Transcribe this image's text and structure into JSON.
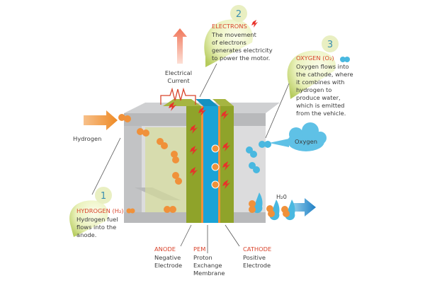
{
  "callouts": {
    "electrons": {
      "number": "2",
      "title": "ELECTRONS",
      "lines": [
        "The movement",
        "of electrons",
        "generates electricity",
        "to power the motor."
      ]
    },
    "oxygen": {
      "number": "3",
      "title": "OXYGEN (O₂)",
      "lines": [
        "Oxygen flows into",
        "the cathode, where",
        "it combines with",
        "hydrogen to",
        "produce water,",
        "which is emitted",
        "from the vehicle."
      ]
    },
    "hydrogen": {
      "number": "1",
      "title": "HYDROGEN (H₂)",
      "lines": [
        "Hydrogen fuel",
        "flows into the",
        "anode."
      ]
    }
  },
  "labels": {
    "electrical_current": [
      "Electrical",
      "Current"
    ],
    "hydrogen_inlet": "Hydrogen",
    "oxygen_inlet": "Oxygen",
    "water_outlet": "H₂0",
    "anode": {
      "title": "ANODE",
      "lines": [
        "Negative",
        "Electrode"
      ]
    },
    "pem": {
      "title": "PEM",
      "lines": [
        "Proton",
        "Exchange",
        "Membrane"
      ]
    },
    "cathode": {
      "title": "CATHODE",
      "lines": [
        "Positive",
        "Electrode"
      ]
    }
  },
  "colors": {
    "accent_red": "#d9432b",
    "electrode_green": "#8fa32a",
    "membrane_blue": "#1aa3d6",
    "hydrogen_orange": "#f0913a",
    "oxygen_blue": "#49b8e0"
  },
  "icons": [
    "lightning-bolt-icon",
    "hydrogen-molecule-icon",
    "oxygen-molecule-icon",
    "oxygen-cloud-icon",
    "arrow-up-icon"
  ]
}
